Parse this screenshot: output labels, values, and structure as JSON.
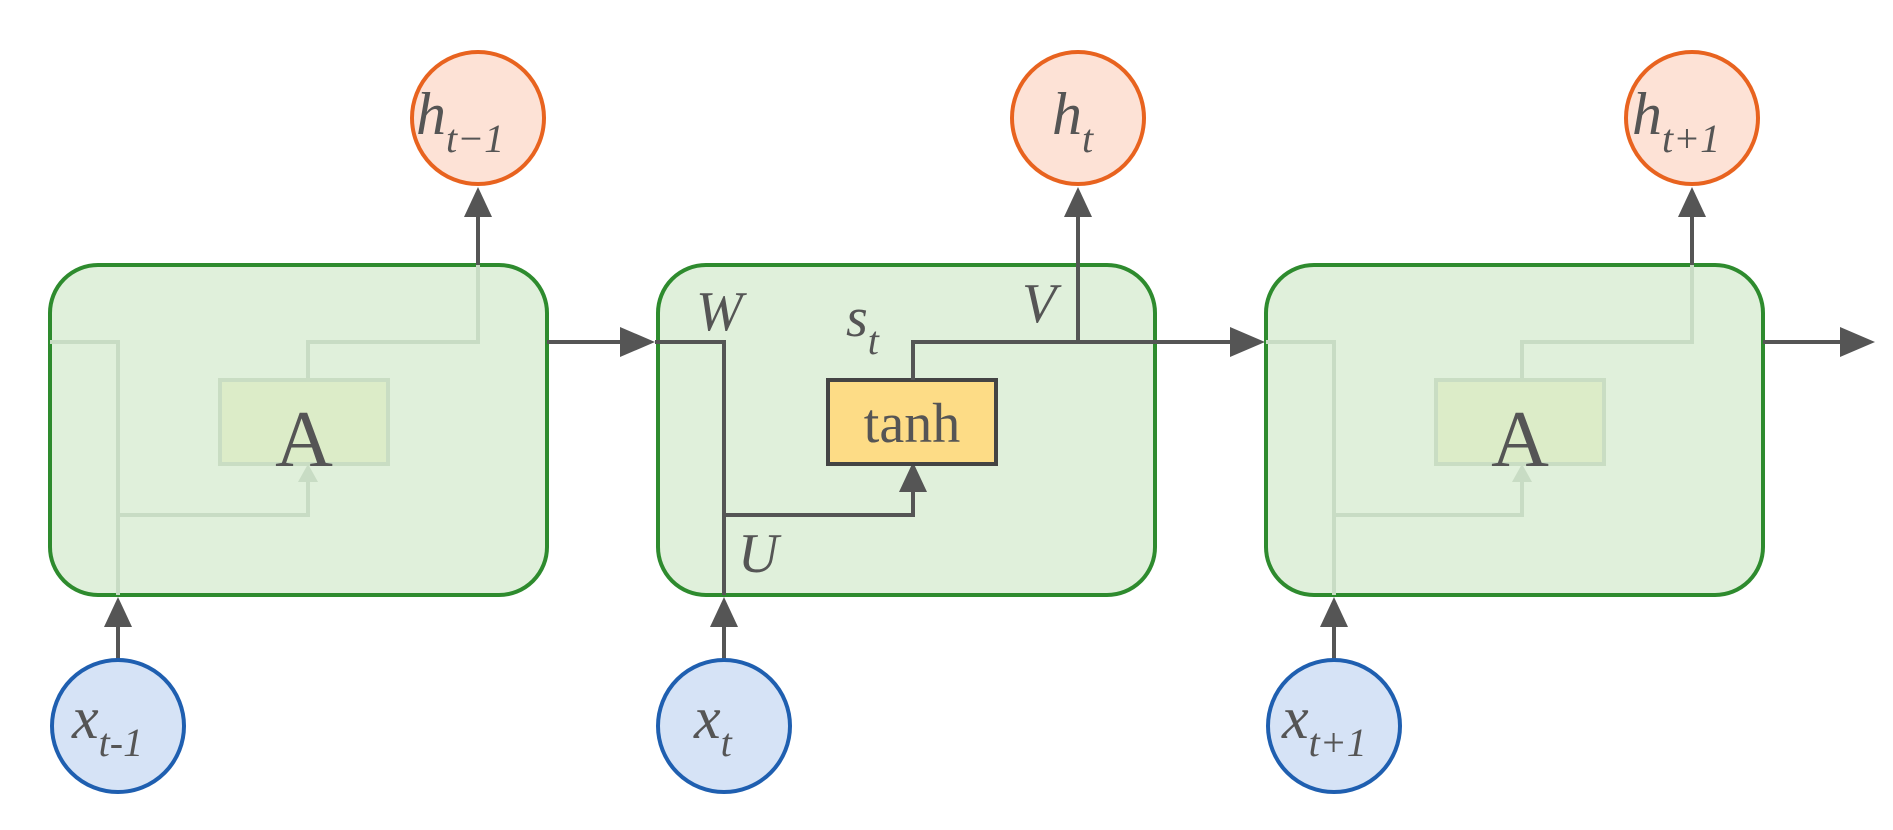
{
  "diagram": {
    "cells": [
      {
        "id": "cell-prev",
        "label": "A",
        "input": {
          "base": "x",
          "sub": "t-1"
        },
        "output": {
          "base": "h",
          "sub": "t−1"
        }
      },
      {
        "id": "cell-current",
        "label": "tanh",
        "input": {
          "base": "x",
          "sub": "t"
        },
        "output": {
          "base": "h",
          "sub": "t"
        }
      },
      {
        "id": "cell-next",
        "label": "A",
        "input": {
          "base": "x",
          "sub": "t+1"
        },
        "output": {
          "base": "h",
          "sub": "t+1"
        }
      }
    ],
    "weights": {
      "W": "W",
      "U": "U",
      "V": "V"
    },
    "state": {
      "base": "s",
      "sub": "t"
    },
    "colors": {
      "cell_fill": "#cfe8c7",
      "cell_border": "#2e8b2e",
      "input_node_fill": "#d6e3f6",
      "input_node_border": "#1f5fb0",
      "output_node_fill": "#fde2d6",
      "output_node_border": "#e8631f",
      "tanh_fill": "#fddc86",
      "wire": "#555555"
    }
  }
}
